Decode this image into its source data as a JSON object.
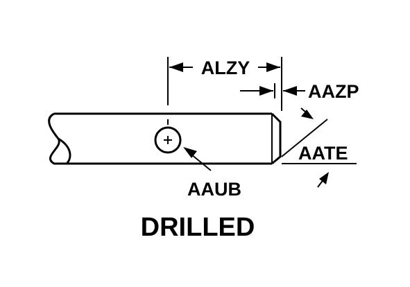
{
  "labels": {
    "alzy": "ALZY",
    "aazp": "AAZP",
    "aate": "AATE",
    "aaub": "AAUB"
  },
  "caption": "DRILLED",
  "colors": {
    "line": "#000000",
    "background": "#ffffff"
  }
}
